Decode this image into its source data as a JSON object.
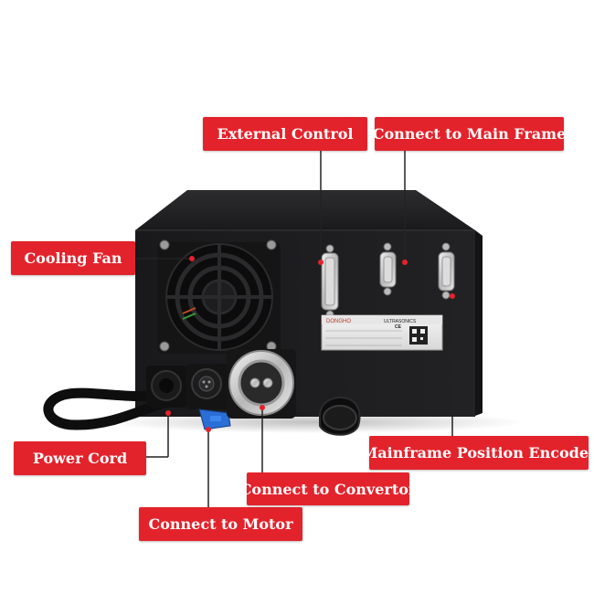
{
  "labels": {
    "external_control": "External Control",
    "connect_main_frame": "Connect to Main Frame",
    "cooling_fan": "Cooling Fan",
    "power_cord": "Power Cord",
    "connect_motor": "Connect to Motor",
    "connect_convertor": "Connect to Convertor",
    "mainframe_encoder": "Mainframe Position Encoder"
  },
  "nameplate": {
    "brand": "DONGHO",
    "subtitle": "ULTRASONICS",
    "ce_mark": "CE"
  },
  "colors": {
    "label_bg": "#e3232c",
    "label_text": "#ffffff",
    "leader_line": "#222222",
    "chassis": "#1e1e20"
  }
}
